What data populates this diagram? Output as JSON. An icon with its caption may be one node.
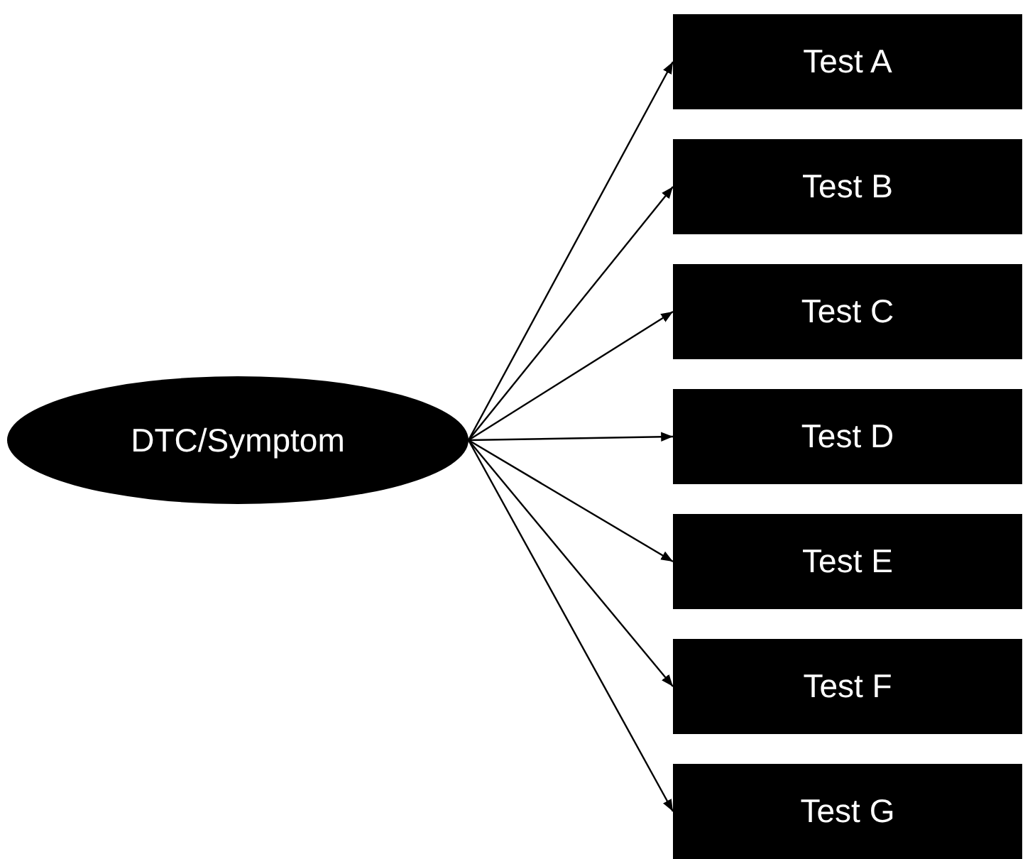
{
  "diagram": {
    "nodes": [
      {
        "text": [
          "DTC/Symptom"
        ]
      },
      {
        "text": [
          "Test A"
        ]
      },
      {
        "text": [
          "Test B"
        ]
      },
      {
        "text": [
          "Test C"
        ]
      },
      {
        "text": [
          "Test D"
        ]
      },
      {
        "text": [
          "Test E"
        ]
      },
      {
        "text": [
          "Test F"
        ]
      },
      {
        "text": [
          "Test G"
        ]
      }
    ],
    "edges": [
      {
        "from": 0,
        "to": 1,
        "arrow": "to"
      },
      {
        "from": 0,
        "to": 2,
        "arrow": "to"
      },
      {
        "from": 0,
        "to": 3,
        "arrow": "to"
      },
      {
        "from": 0,
        "to": 4,
        "arrow": "to"
      },
      {
        "from": 0,
        "to": 5,
        "arrow": "to"
      },
      {
        "from": 0,
        "to": 6,
        "arrow": "to"
      },
      {
        "from": 0,
        "to": 7,
        "arrow": "to"
      }
    ]
  }
}
